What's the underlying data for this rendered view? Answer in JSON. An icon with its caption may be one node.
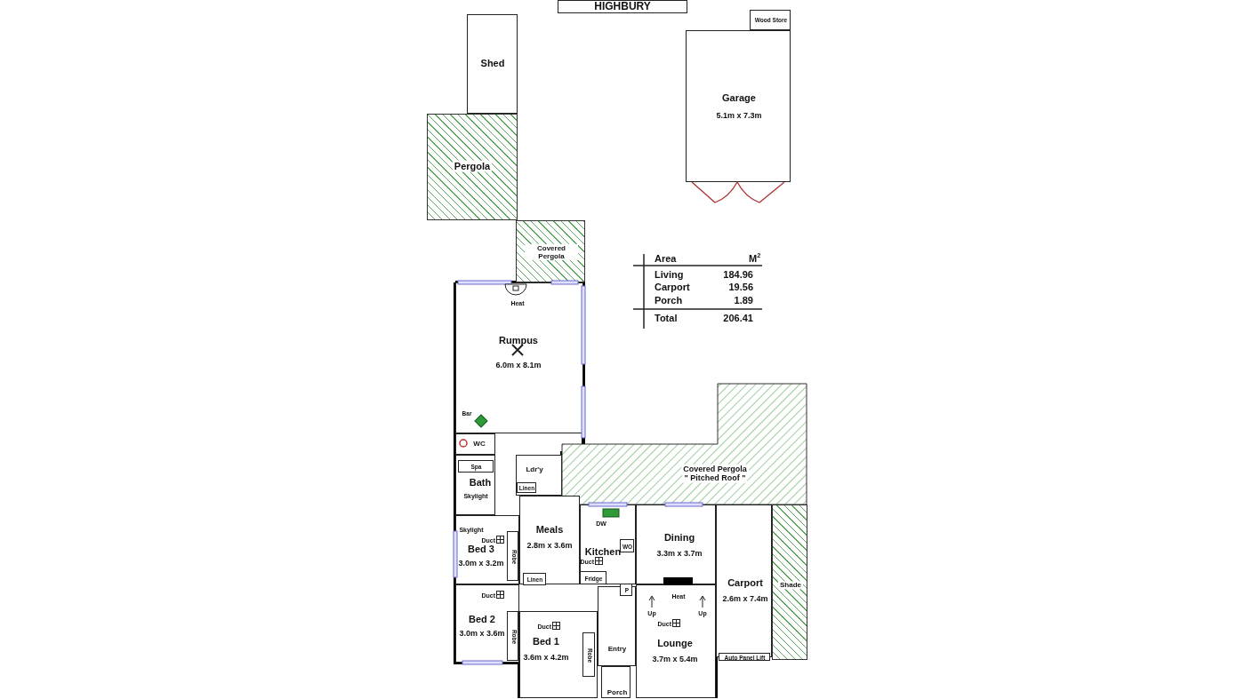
{
  "diagram": {
    "title": "HIGHBURY",
    "nodes": [
      {
        "text": [
          "Shed"
        ]
      },
      {
        "text": [
          "Wood Store"
        ]
      },
      {
        "text": [
          "Garage",
          "5.1m x 7.3m"
        ]
      },
      {
        "text": [
          "Pergola"
        ]
      },
      {
        "text": [
          "Covered Pergola"
        ]
      },
      {
        "text": [
          "Rumpus",
          "6.0m x 8.1m"
        ]
      },
      {
        "text": [
          "WC"
        ]
      },
      {
        "text": [
          "Bath"
        ]
      },
      {
        "text": [
          "Spa"
        ],
        "in": 7
      },
      {
        "text": [
          "Ldr'y"
        ]
      },
      {
        "text": [
          "Linen"
        ],
        "in": 9
      },
      {
        "text": [
          "Covered Pergola",
          "\" Pitched Roof \""
        ]
      },
      {
        "text": [
          "Meals",
          "2.8m x 3.6m"
        ]
      },
      {
        "text": [
          "Kitchen"
        ]
      },
      {
        "text": [
          "WO"
        ],
        "in": 13
      },
      {
        "text": [
          "Dining",
          "3.3m x 3.7m"
        ]
      },
      {
        "text": [
          "Carport",
          "2.6m x 7.4m"
        ]
      },
      {
        "text": [
          "Shade"
        ]
      },
      {
        "text": [
          "Auto Panel Lift"
        ],
        "in": 16
      },
      {
        "text": [
          "Bed 3",
          "3.0m x 3.2m"
        ]
      },
      {
        "text": [
          "Robe"
        ],
        "in": 19
      },
      {
        "text": [
          "Linen"
        ],
        "in": 12
      },
      {
        "text": [
          "Fridge"
        ],
        "in": 13
      },
      {
        "text": [
          "P"
        ]
      },
      {
        "text": [
          "Bed 2",
          "3.0m x 3.6m"
        ]
      },
      {
        "text": [
          "Robe"
        ],
        "in": 24
      },
      {
        "text": [
          "Bed 1",
          "3.6m x 4.2m"
        ]
      },
      {
        "text": [
          "Robe"
        ],
        "in": 26
      },
      {
        "text": [
          "Entry"
        ]
      },
      {
        "text": [
          "Porch"
        ]
      },
      {
        "text": [
          "Lounge",
          "3.7m x 5.4m"
        ]
      }
    ],
    "labels": [
      "Area",
      "M$^{2}$",
      "Living",
      "184.96",
      "Carport",
      "19.56",
      "Porch",
      "1.89",
      "Total",
      "206.41",
      "Heat",
      "Bar",
      "Skylight",
      "DW",
      "Skylight",
      "Duct",
      "Duct",
      "Duct",
      "Heat",
      "Up",
      "Up",
      "Duct",
      "Duct"
    ]
  }
}
